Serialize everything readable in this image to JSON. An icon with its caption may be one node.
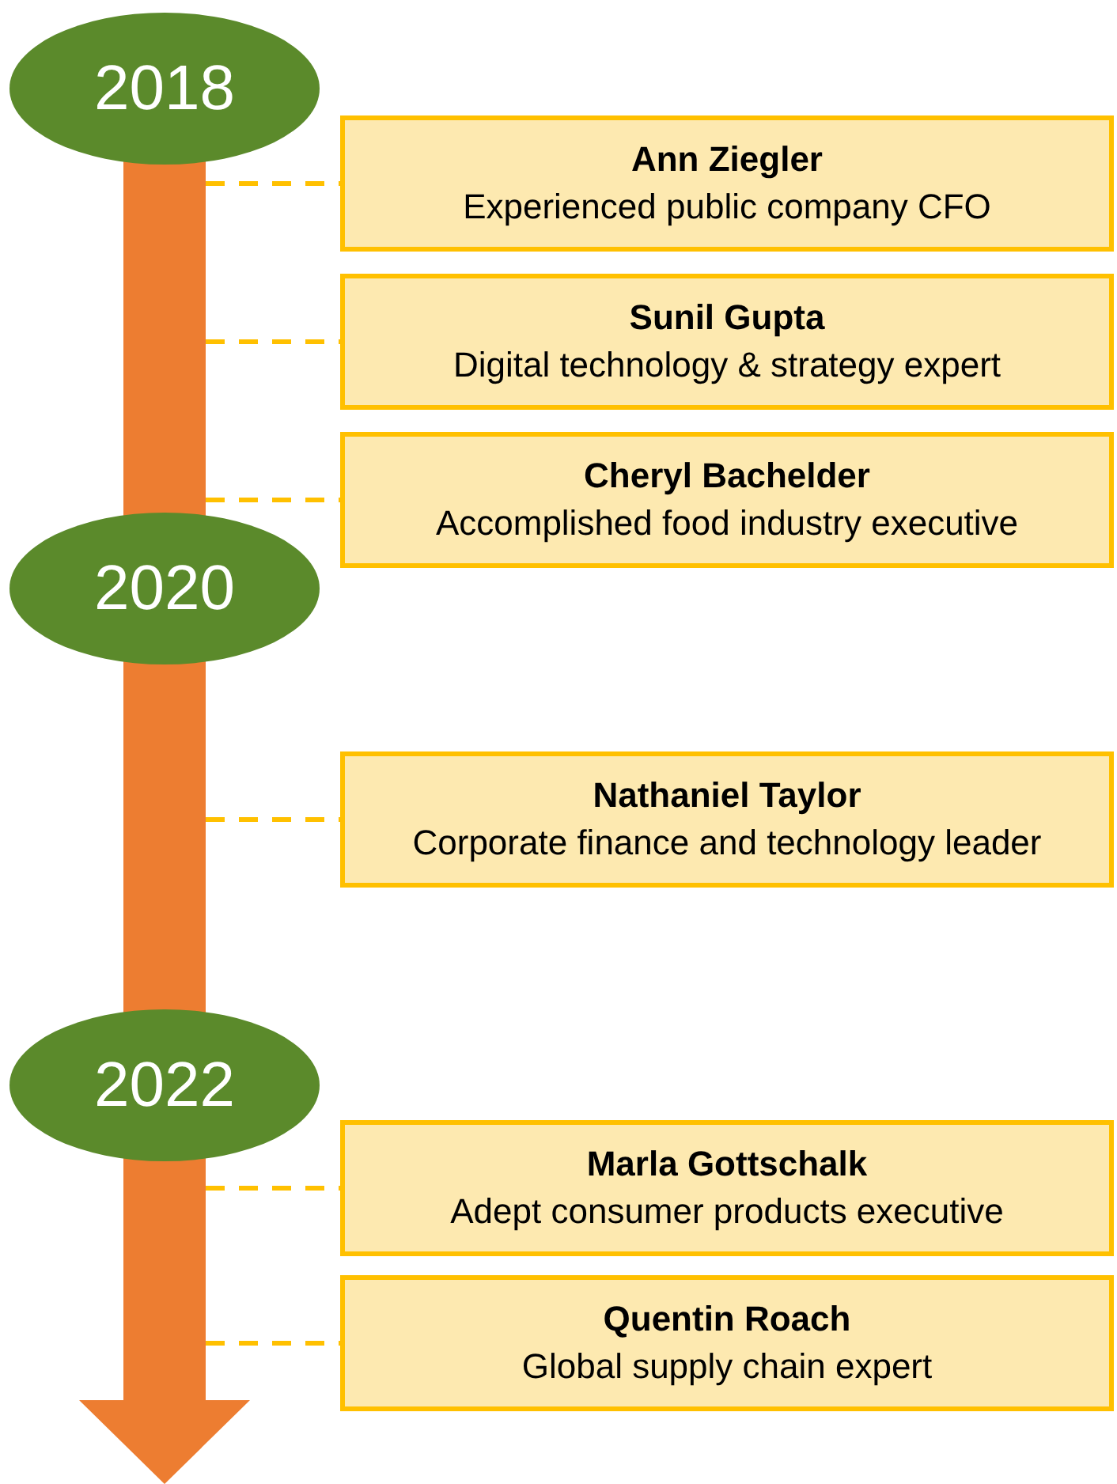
{
  "diagram": {
    "nodes": [
      {
        "text": [],
        "shape": "arrow"
      },
      {
        "text": [
          "2018"
        ]
      },
      {
        "text": [
          "Ann Ziegler",
          "Experienced public company CFO"
        ]
      },
      {
        "text": [
          "Sunil Gupta",
          "Digital technology & strategy expert"
        ]
      },
      {
        "text": [
          "Cheryl Bachelder",
          "Accomplished food industry executive"
        ]
      },
      {
        "text": [
          "2020"
        ]
      },
      {
        "text": [
          "Nathaniel Taylor",
          "Corporate finance and technology leader"
        ]
      },
      {
        "text": [
          "2022"
        ]
      },
      {
        "text": [
          "Marla Gottschalk",
          "Adept consumer products executive"
        ]
      },
      {
        "text": [
          "Quentin Roach",
          "Global supply chain expert"
        ]
      }
    ],
    "edges": [
      {
        "from": 0,
        "to": 2,
        "arrow": "none",
        "style": "dashed"
      },
      {
        "from": 0,
        "to": 3,
        "arrow": "none",
        "style": "dashed"
      },
      {
        "from": 0,
        "to": 4,
        "arrow": "none",
        "style": "dashed"
      },
      {
        "from": 0,
        "to": 6,
        "arrow": "none",
        "style": "dashed"
      },
      {
        "from": 0,
        "to": 8,
        "arrow": "none",
        "style": "dashed"
      },
      {
        "from": 0,
        "to": 9,
        "arrow": "none",
        "style": "dashed"
      }
    ]
  }
}
